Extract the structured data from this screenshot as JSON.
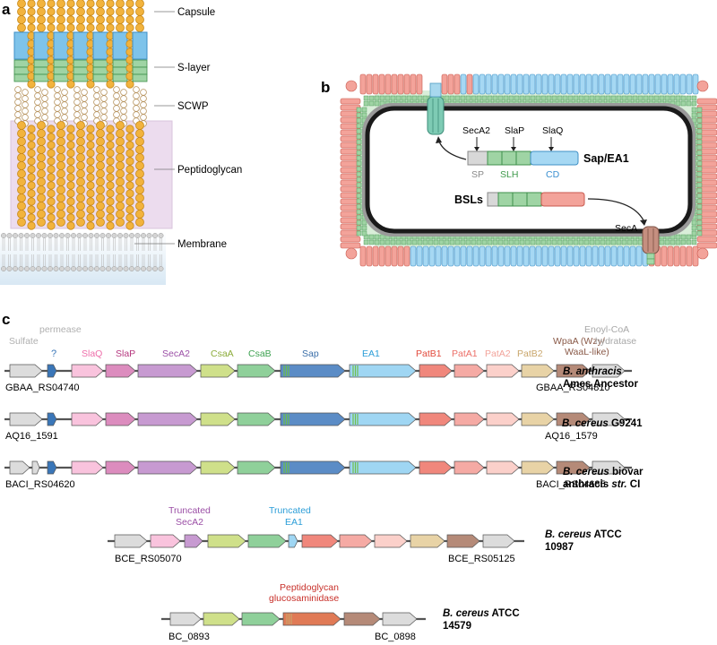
{
  "panel_a": {
    "letter": "a",
    "labels": {
      "capsule": "Capsule",
      "s_layer": "S-layer",
      "scwp": "SCWP",
      "peptidoglycan": "Peptidoglycan",
      "membrane": "Membrane"
    }
  },
  "panel_b": {
    "letter": "b",
    "seca2": "SecA2",
    "slap": "SlaP",
    "slaq": "SlaQ",
    "sap_ea1": "Sap/EA1",
    "sp": "SP",
    "slh": "SLH",
    "cd": "CD",
    "bsls": "BSLs",
    "seca": "SecA"
  },
  "panel_c": {
    "letter": "c",
    "gene_labels": [
      "Sulfate permease",
      "?",
      "SlaQ",
      "SlaP",
      "SecA2",
      "CsaA",
      "CsaB",
      "Sap",
      "EA1",
      "PatB1",
      "PatA1",
      "PatA2",
      "PatB2",
      "WpaA (Wzy/WaaL-like)",
      "Enoyl-CoA hydratase"
    ],
    "gene_colors": [
      "#b0b0b0",
      "#3a76b8",
      "#ee6eaa",
      "#b5387f",
      "#9b4fa6",
      "#8cac3a",
      "#3ea251",
      "#3a6ea8",
      "#2c9ed8",
      "#e24a3c",
      "#ec6f68",
      "#f2a39a",
      "#c9a66b",
      "#8a5a48",
      "#a8a8a8"
    ],
    "rows": [
      {
        "strain_italic": "B. anthracis",
        "strain_rest": "",
        "strain_line2": "Ames Ancestor",
        "left_locus": "GBAA_RS04740",
        "right_locus": "GBAA_RS04810"
      },
      {
        "strain_italic": "B. cereus",
        "strain_rest": " G9241",
        "strain_line2": "",
        "left_locus": "AQ16_1591",
        "right_locus": "AQ16_1579"
      },
      {
        "strain_italic": "B. cereus",
        "strain_rest": " biovar",
        "strain_line2": "anthracis str. CI",
        "left_locus": "BACI_RS04620",
        "right_locus": "BACI_RS04685"
      },
      {
        "strain_italic": "B. cereus",
        "strain_rest": " ATCC",
        "strain_line2": "10987",
        "left_locus": "BCE_RS05070",
        "right_locus": "BCE_RS05125"
      },
      {
        "strain_italic": "B. cereus",
        "strain_rest": " ATCC",
        "strain_line2": "14579",
        "left_locus": "BC_0893",
        "right_locus": "BC_0898"
      }
    ],
    "annotations": {
      "truncated_seca2": [
        "Truncated",
        "SecA2"
      ],
      "truncated_ea1": [
        "Truncated",
        "EA1"
      ],
      "pg_glucosaminidase": [
        "Peptidoglycan",
        "glucosaminidase"
      ]
    }
  }
}
